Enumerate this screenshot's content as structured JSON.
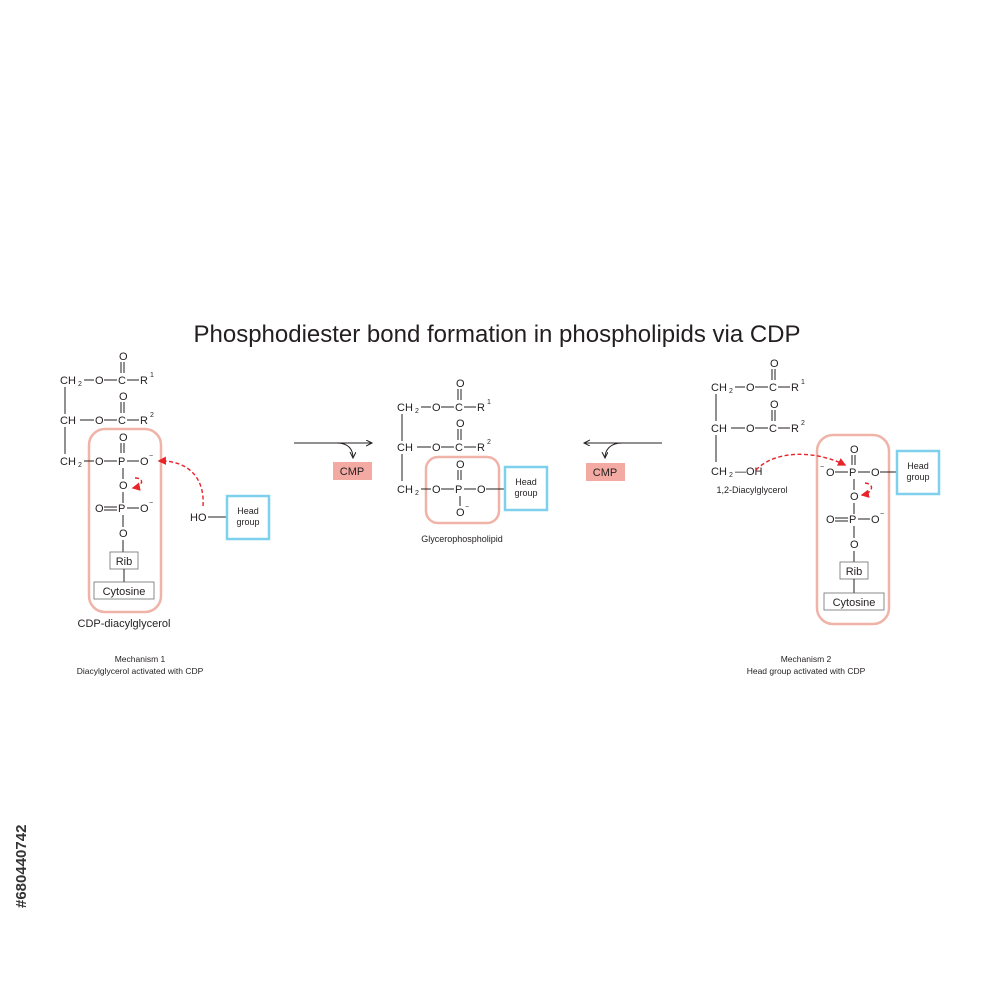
{
  "title": "Phosphodiester bond formation in phospholipids via CDP",
  "colors": {
    "cdp_highlight": "#f0b3a8",
    "head_group": "#7fd0ec",
    "cmp_fill": "#f2aaa2",
    "arrow_red": "#e8232a"
  },
  "atoms": {
    "ch2": "CH",
    "two": "2",
    "ch": "CH",
    "o": "O",
    "c": "C",
    "p": "P",
    "r": "R",
    "one": "1",
    "minus": "−",
    "ho": "HO",
    "oh": "—OH"
  },
  "left": {
    "caption": "CDP-diacylglycerol",
    "rib": "Rib",
    "cytosine": "Cytosine",
    "head_group_line1": "Head",
    "head_group_line2": "group",
    "mechanism_title": "Mechanism 1",
    "mechanism_desc": "Diacylglycerol activated with CDP"
  },
  "center": {
    "caption": "Glycerophospholipid",
    "head_group_line1": "Head",
    "head_group_line2": "group"
  },
  "cmp_left": "CMP",
  "cmp_right": "CMP",
  "right": {
    "caption": "1,2-Diacylglycerol",
    "rib": "Rib",
    "cytosine": "Cytosine",
    "head_group_line1": "Head",
    "head_group_line2": "group",
    "mechanism_title": "Mechanism 2",
    "mechanism_desc": "Head group activated with CDP"
  },
  "stock_id": "#680440742"
}
